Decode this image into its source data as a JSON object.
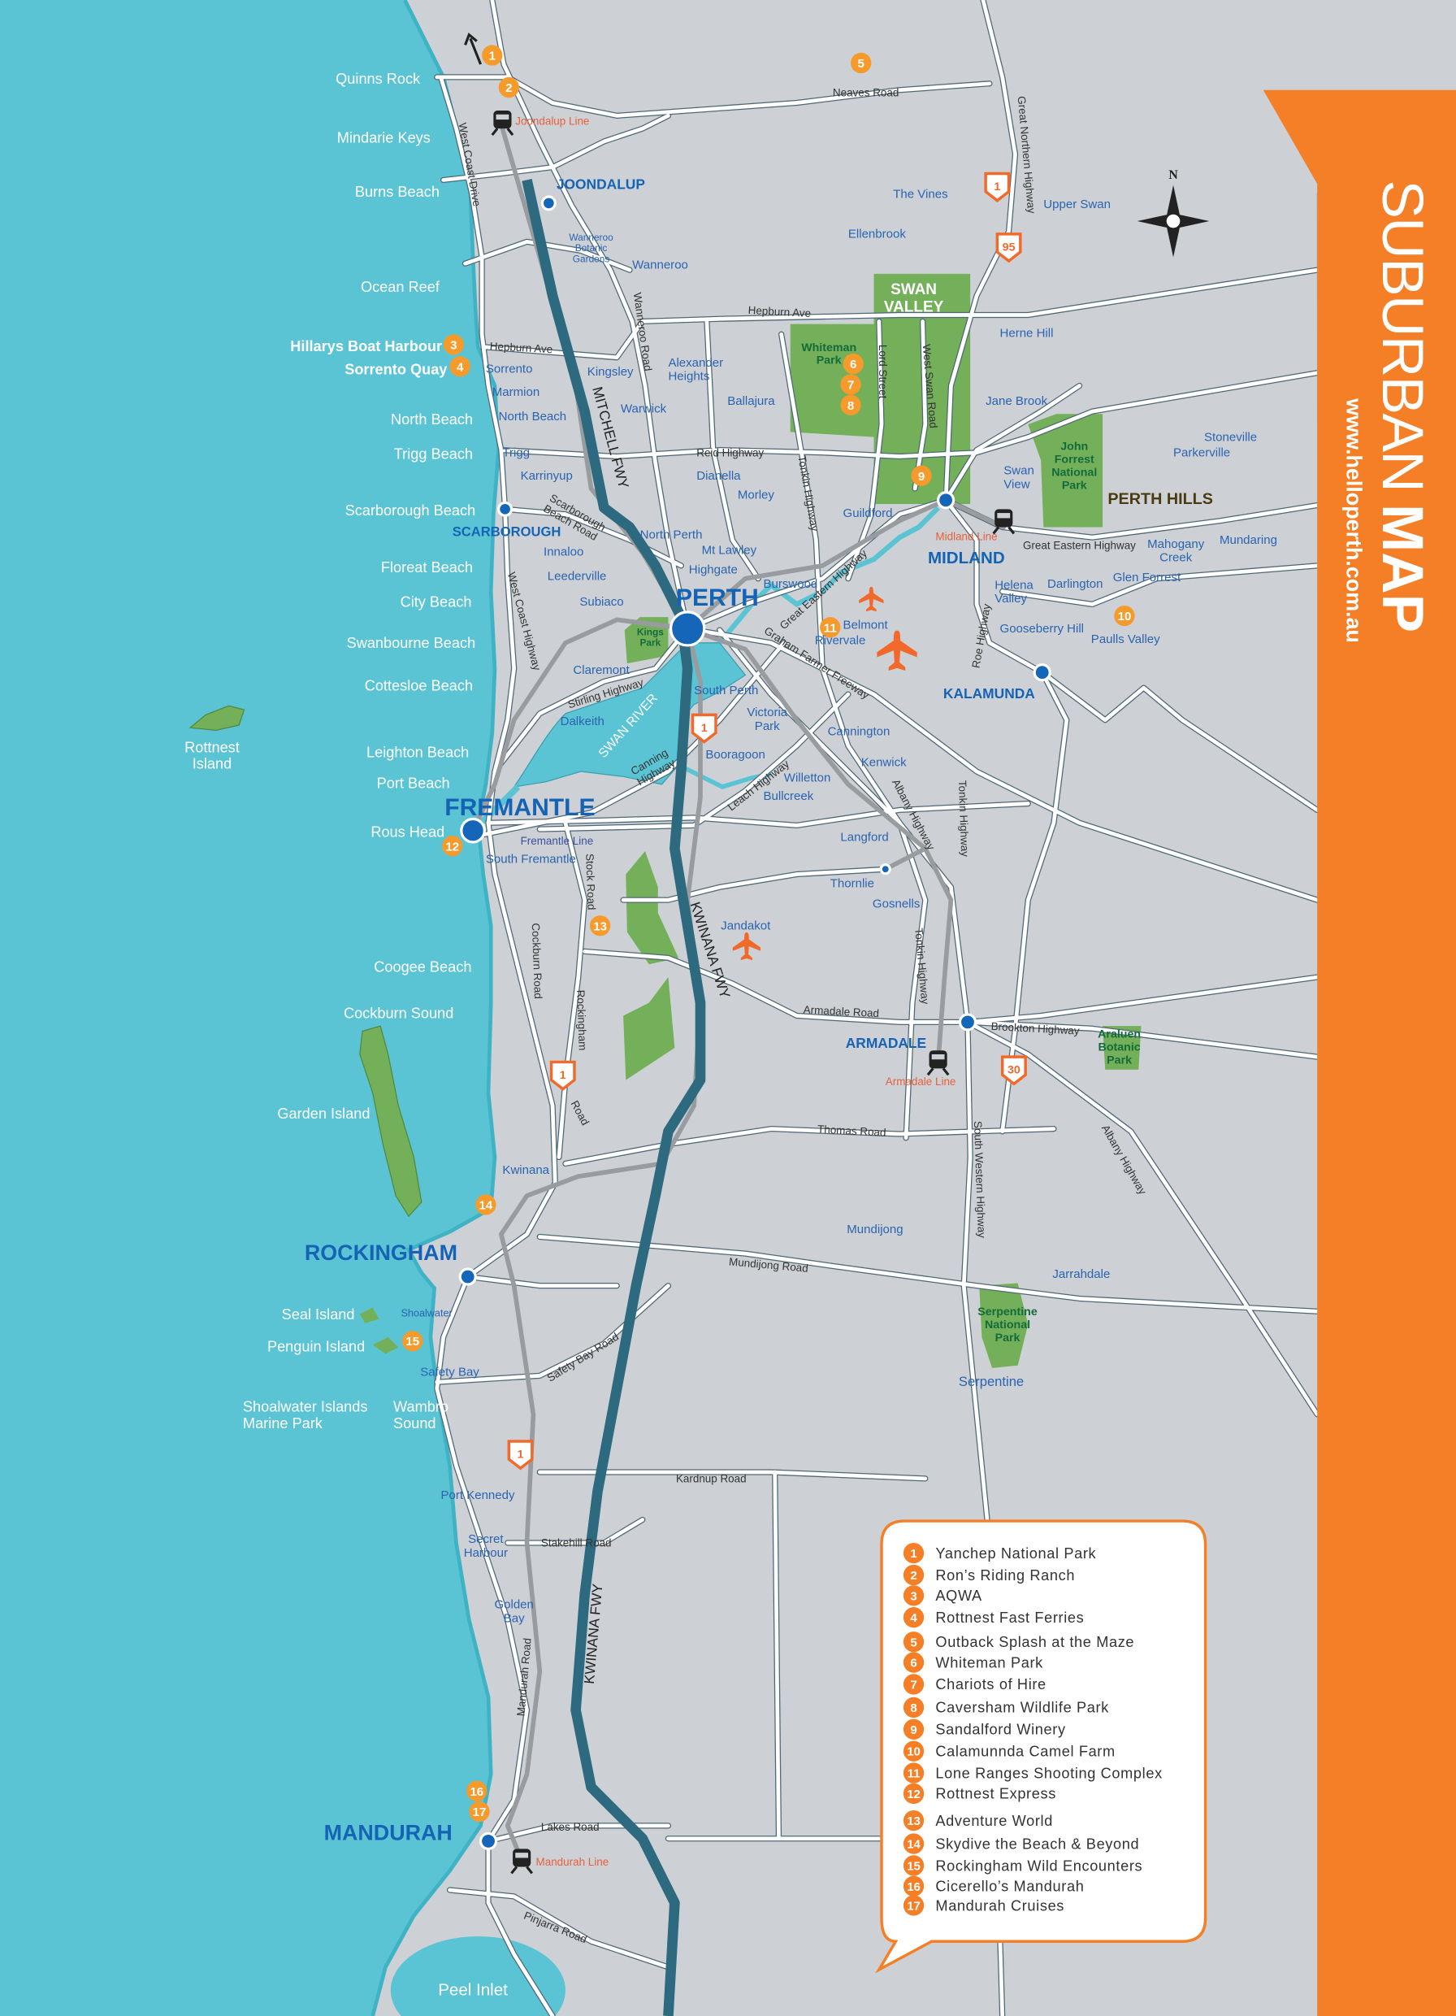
{
  "sidebar": {
    "title_light": "SUBURBAN",
    "title_bold": "MAP",
    "url": "www.helloperth.com.au"
  },
  "colors": {
    "ocean": "#5bc4d4",
    "land": "#cdd1d5",
    "park": "#74b05a",
    "accent_orange": "#f47f26",
    "freeway": "#2d6a80",
    "rail": "#999c9f",
    "town_blue": "#1563b5",
    "suburb_blue": "#2a63b0",
    "rail_label": "#e8603c"
  },
  "compass": "N",
  "coast_labels": [
    "Quinns Rock",
    "Mindarie Keys",
    "Burns Beach",
    "Ocean Reef",
    "Hillarys Boat Harbour",
    "Sorrento Quay",
    "North Beach",
    "Trigg Beach",
    "Scarborough Beach",
    "Floreat Beach",
    "City Beach",
    "Swanbourne Beach",
    "Cottesloe Beach",
    "Leighton Beach",
    "Port Beach",
    "Rous Head",
    [
      "Rottnest",
      "Island"
    ],
    "Coogee Beach",
    "Cockburn Sound",
    "Garden Island",
    "Seal Island",
    "Penguin Island",
    [
      "Shoalwater Islands",
      "Marine Park"
    ],
    [
      "Wambro",
      "Sound"
    ],
    "Peel Inlet"
  ],
  "major_towns": [
    "JOONDALUP",
    "SCARBOROUGH",
    "PERTH",
    "FREMANTLE",
    "MIDLAND",
    "KALAMUNDA",
    "ARMADALE",
    "ROCKINGHAM",
    "MANDURAH"
  ],
  "suburbs": [
    [
      "Wanneroo",
      "Botanic",
      "Gardens"
    ],
    "Wanneroo",
    "The Vines",
    "Ellenbrook",
    "Upper Swan",
    "Herne Hill",
    "Sorrento",
    "Marmion",
    "Kingsley",
    [
      "Alexander",
      "Heights"
    ],
    "Ballajura",
    "North Beach",
    "Warwick",
    "Trigg",
    "Karrinyup",
    "Dianella",
    "Morley",
    "Jane Brook",
    "Stoneville",
    "Parkerville",
    [
      "Swan",
      "View"
    ],
    "Guildford",
    "Innaloo",
    "North Perth",
    "Mt Lawley",
    "Highgate",
    "Leederville",
    "Subiaco",
    "Burswood",
    [
      "Mahogany",
      "Creek"
    ],
    "Mundaring",
    [
      "Helena",
      "Valley"
    ],
    "Darlington",
    "Glen Forrest",
    "Belmont",
    "Rivervale",
    "Gooseberry Hill",
    "Paulls Valley",
    "Claremont",
    "South Perth",
    "Dalkeith",
    [
      "Victoria",
      "Park"
    ],
    "Cannington",
    "Booragoon",
    "Kenwick",
    "Willetton",
    "Bullcreek",
    "Langford",
    "South Fremantle",
    "Thornlie",
    "Gosnells",
    "Jandakot",
    "Kwinana",
    "Mundijong",
    "Jarrahdale",
    "Shoalwater",
    "Safety Bay",
    "Serpentine",
    "Port Kennedy",
    [
      "Secret",
      "Harbour"
    ],
    [
      "Golden",
      "Bay"
    ]
  ],
  "roads": [
    "Neaves Road",
    "Hepburn Ave",
    "Hepburn Ave",
    "Reid Highway",
    "Great Eastern Highway",
    "Armadale Road",
    "Brookton Highway",
    "Thomas Road",
    "Mundijong Road",
    "Safety Bay Road",
    "Kardnup Road",
    "Stakehill Road",
    "Lakes Road",
    "Pinjarra Road",
    "West Coast Drive",
    "Wanneroo Road",
    "Great Northern Highway",
    "Lord Street",
    "West Swan Road",
    "Tonkin Highway",
    [
      "Scarborough",
      "Beach Road"
    ],
    "West Coast Highway",
    "Roe Highway",
    "Great Eastern Highway",
    "Graham Farmer Freeway",
    "Stirling Highway",
    [
      "Canning",
      "Highway"
    ],
    "Leach Highway",
    "Albany Highway",
    "Tonkin Highway",
    "Stock Road",
    "Cockburn Road",
    "Rockingham",
    "Road",
    "Tonkin Highway",
    "South Western Highway",
    "Albany Highway",
    "Mandurah Road"
  ],
  "freeways": [
    "MITCHELL FWY",
    "KWINANA FWY",
    "KWINANA FWY"
  ],
  "parks": [
    [
      "SWAN",
      "VALLEY"
    ],
    [
      "Whiteman",
      "Park"
    ],
    [
      "John",
      "Forrest",
      "National",
      "Park"
    ],
    [
      "Kings",
      "Park"
    ],
    [
      "Araluen",
      "Botanic",
      "Park"
    ],
    [
      "Serpentine",
      "National",
      "Park"
    ]
  ],
  "region": "PERTH HILLS",
  "river": "SWAN RIVER",
  "rail_lines": [
    "Joondalup Line",
    "Midland Line",
    "Fremantle Line",
    "Armadale Line",
    "Mandurah Line"
  ],
  "highway_shields": [
    "1",
    "95",
    "1",
    "1",
    "30",
    "1"
  ],
  "markers": [
    "1",
    "2",
    "3",
    "4",
    "5",
    "6",
    "7",
    "8",
    "9",
    "10",
    "11",
    "12",
    "13",
    "14",
    "15",
    "16",
    "17"
  ],
  "legend": {
    "items": [
      {
        "num": "1",
        "label": "Yanchep National Park"
      },
      {
        "num": "2",
        "label": "Ron’s Riding Ranch"
      },
      {
        "num": "3",
        "label": "AQWA"
      },
      {
        "num": "4",
        "label": "Rottnest Fast Ferries"
      },
      {
        "num": "5",
        "label": "Outback Splash at the Maze"
      },
      {
        "num": "6",
        "label": "Whiteman Park"
      },
      {
        "num": "7",
        "label": "Chariots of Hire"
      },
      {
        "num": "8",
        "label": "Caversham Wildlife Park"
      },
      {
        "num": "9",
        "label": "Sandalford Winery"
      },
      {
        "num": "10",
        "label": "Calamunnda Camel Farm"
      },
      {
        "num": "11",
        "label": "Lone Ranges Shooting Complex"
      },
      {
        "num": "12",
        "label": "Rottnest Express"
      },
      {
        "num": "13",
        "label": "Adventure World"
      },
      {
        "num": "14",
        "label": "Skydive the Beach & Beyond"
      },
      {
        "num": "15",
        "label": "Rockingham Wild Encounters"
      },
      {
        "num": "16",
        "label": "Cicerello’s Mandurah"
      },
      {
        "num": "17",
        "label": "Mandurah Cruises"
      }
    ]
  }
}
